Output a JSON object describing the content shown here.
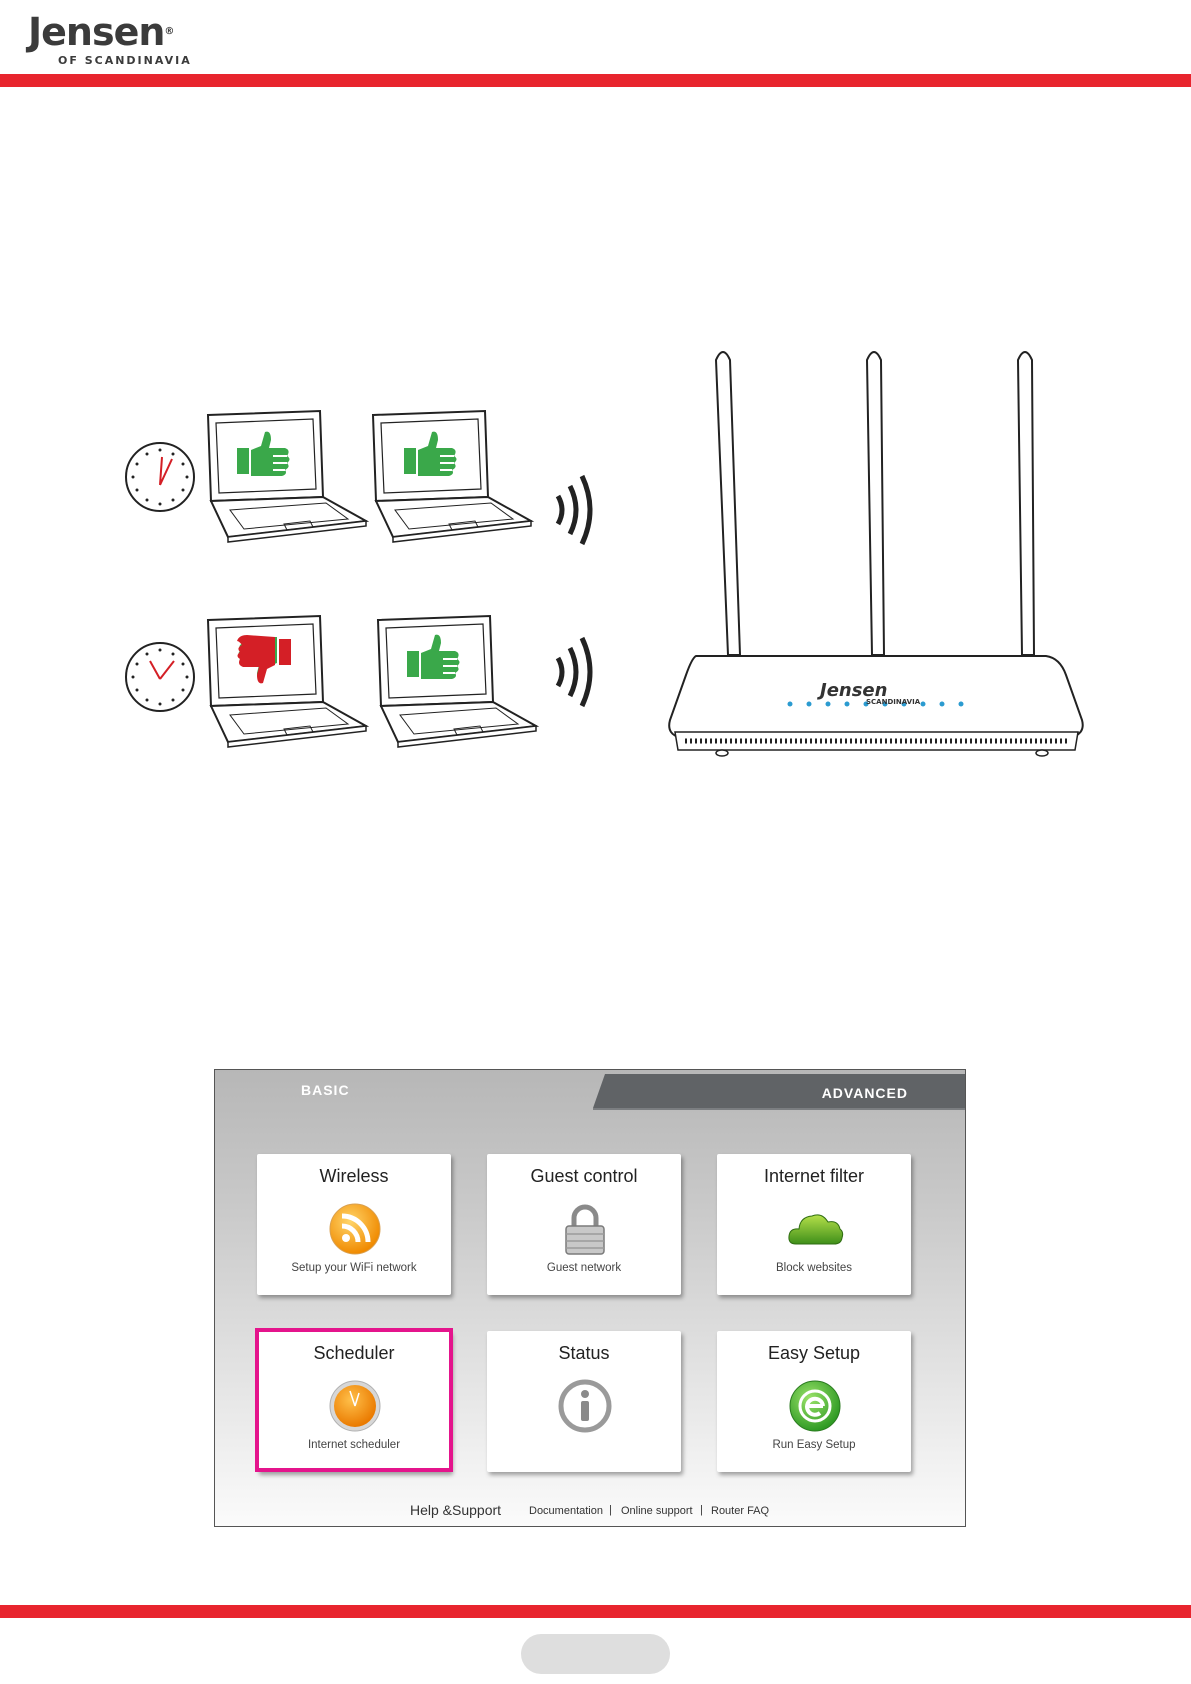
{
  "brand": {
    "name": "Jensen",
    "registered": "®",
    "subtitle": "OF SCANDINAVIA",
    "router_logo": "Jensen",
    "router_logo_sub": "SCANDINAVIA"
  },
  "colors": {
    "brand_red": "#e8252e",
    "highlight_magenta": "#e4148c",
    "thumb_up_green": "#3aa84a",
    "thumb_down_red": "#d41f26",
    "advanced_tab": "#606366"
  },
  "illustration": {
    "icons": [
      "clock-icon",
      "laptop-icon",
      "thumbs-up-icon",
      "thumbs-down-icon",
      "wifi-signal-icon",
      "router-icon"
    ]
  },
  "router_ui": {
    "tabs": {
      "basic": "BASIC",
      "advanced": "ADVANCED"
    },
    "tiles": [
      {
        "title": "Wireless",
        "desc": "Setup your WiFi network",
        "icon": "wifi-rss-icon"
      },
      {
        "title": "Guest control",
        "desc": "Guest network",
        "icon": "padlock-icon"
      },
      {
        "title": "Internet filter",
        "desc": "Block websites",
        "icon": "cloud-icon"
      },
      {
        "title": "Scheduler",
        "desc": "Internet scheduler",
        "icon": "clock-icon"
      },
      {
        "title": "Status",
        "desc": "",
        "icon": "info-icon"
      },
      {
        "title": "Easy Setup",
        "desc": "Run Easy Setup",
        "icon": "easy-setup-icon"
      }
    ],
    "footer": {
      "help": "Help &Support",
      "links": [
        "Documentation",
        "Online support",
        "Router FAQ"
      ],
      "separator": "|"
    }
  }
}
